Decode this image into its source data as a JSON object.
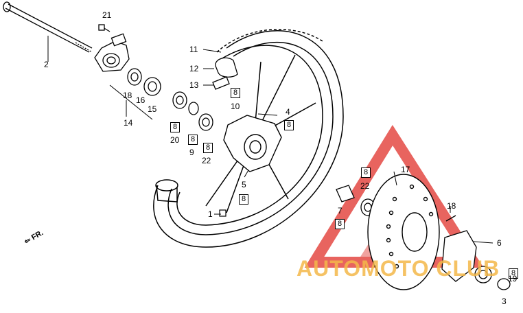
{
  "callouts": {
    "c1": "1",
    "c2": "2",
    "c3": "3",
    "c4": "4",
    "c5": "5",
    "c6": "6",
    "c7": "7",
    "c9": "9",
    "c10": "10",
    "c11": "11",
    "c12": "12",
    "c13": "13",
    "c14": "14",
    "c15": "15",
    "c16": "16",
    "c17": "17",
    "c18": "18",
    "c19": "19",
    "c20": "20",
    "c21": "21",
    "c22a": "22",
    "c22b": "22"
  },
  "boxes": {
    "b10": "8",
    "b4": "8",
    "b20": "8",
    "b9": "8",
    "b22a": "8",
    "b5": "8",
    "b7": "8",
    "b22b": "8",
    "b19": "8"
  },
  "direction_label": "FR.",
  "watermark_text": "AUTOMOTO CLUB",
  "colors": {
    "watermark_red": "#e0302a",
    "watermark_orange": "#f4b84a",
    "ink": "#000000"
  }
}
